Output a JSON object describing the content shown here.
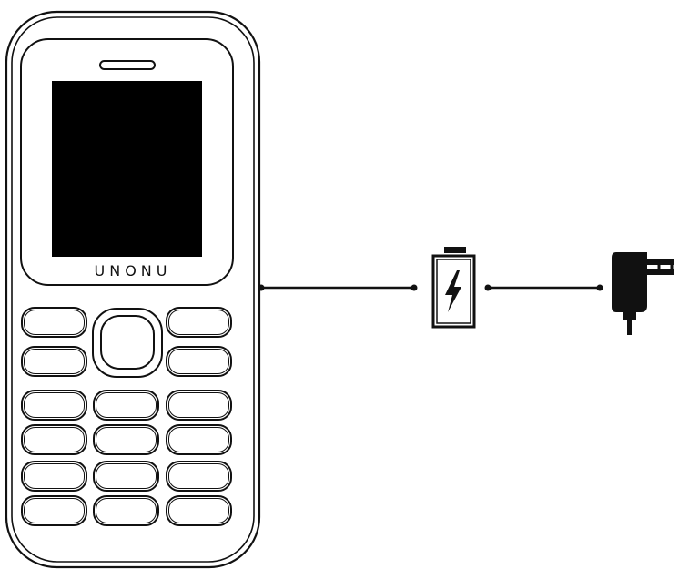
{
  "phone": {
    "brand": "UNONU",
    "screen_color": "#000000",
    "outline_color": "#111111",
    "keypad": {
      "side_left_keys": 2,
      "side_right_keys": 2,
      "grid_rows": 4,
      "grid_cols": 3
    }
  },
  "icons": {
    "battery": "battery-charging-icon",
    "adapter": "wall-charger-icon"
  },
  "colors": {
    "line": "#111111",
    "background": "#ffffff"
  }
}
